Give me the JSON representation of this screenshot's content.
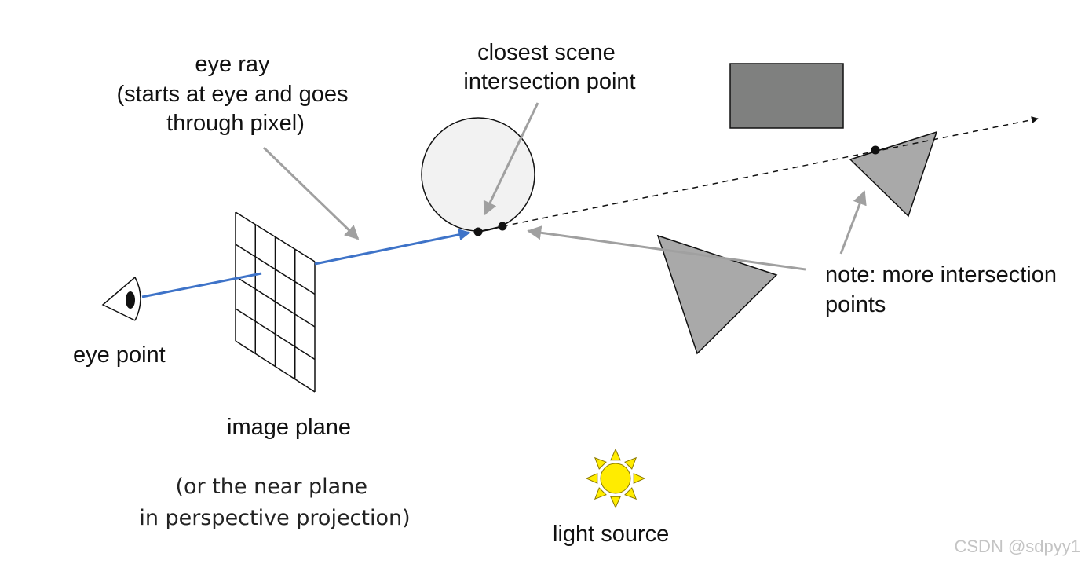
{
  "labels": {
    "eye_ray": [
      "eye ray",
      "(starts at eye and goes",
      "through pixel)"
    ],
    "closest_point": [
      "closest scene",
      "intersection point"
    ],
    "eye_point": "eye point",
    "image_plane": "image plane",
    "near_plane": [
      "(or the near plane",
      "in perspective projection)"
    ],
    "more_points": [
      "note: more intersection",
      "points"
    ],
    "light_source": "light source"
  },
  "watermark": "CSDN @sdpyy1",
  "colors": {
    "ray": "#3e73c8",
    "pointer_arrow": "#a0a0a0",
    "sphere_fill": "#f2f2f2",
    "triangle_fill": "#a9a9a9",
    "box_fill": "#7f807f",
    "sun": "#ffec00",
    "sun_stroke": "#8c7a00",
    "stroke": "#111111"
  },
  "icons": [
    "eye-icon",
    "sun-icon"
  ]
}
